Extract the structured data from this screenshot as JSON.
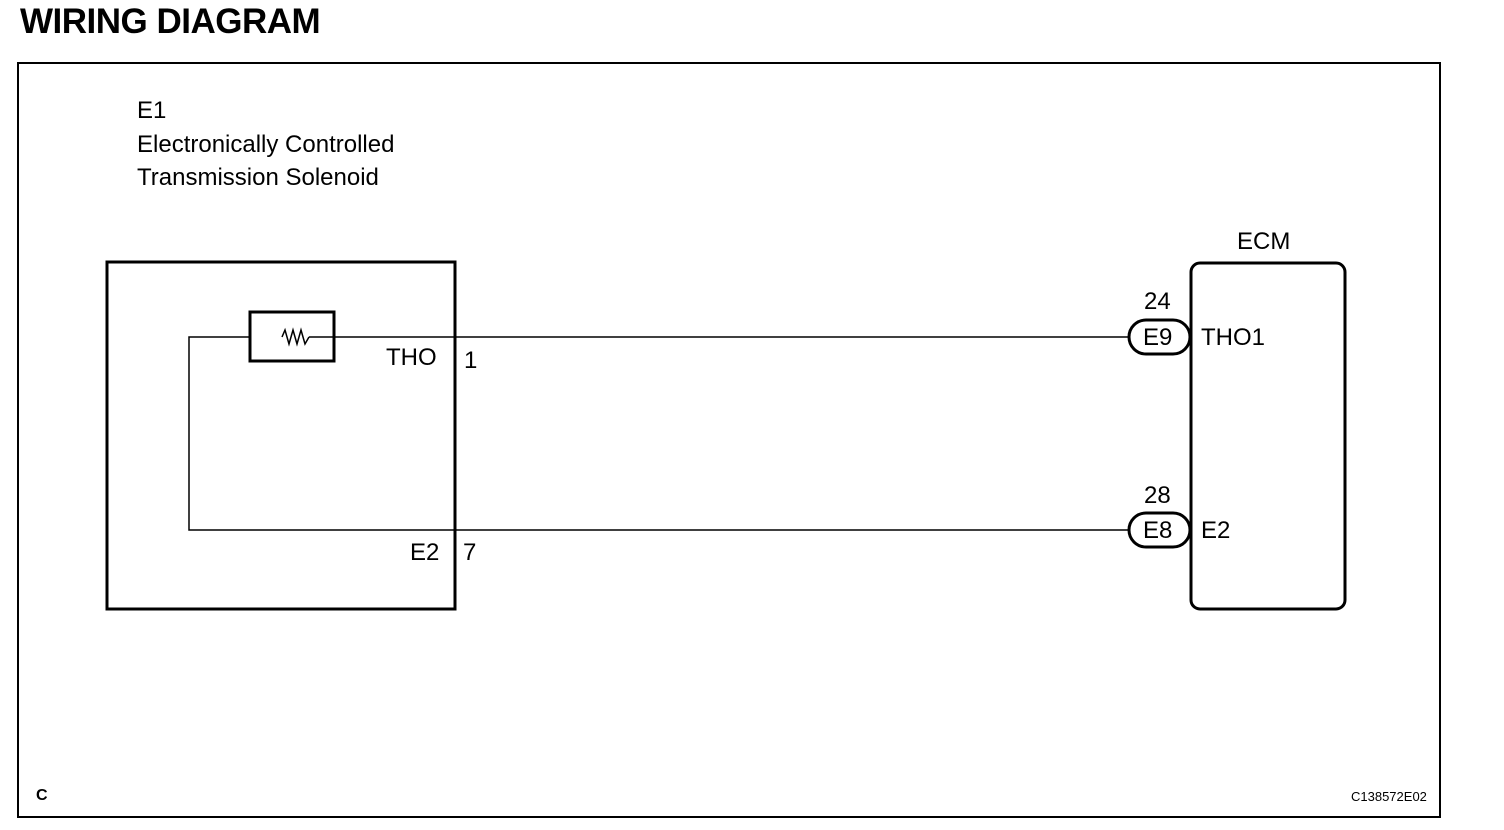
{
  "title": "WIRING DIAGRAM",
  "component": {
    "code": "E1",
    "name_line1": "Electronically Controlled",
    "name_line2": "Transmission Solenoid",
    "pins": [
      {
        "signal": "THO",
        "number": "1"
      },
      {
        "signal": "E2",
        "number": "7"
      }
    ]
  },
  "ecm": {
    "label": "ECM",
    "terminals": [
      {
        "pin": "24",
        "connector": "E9",
        "signal": "THO1"
      },
      {
        "pin": "28",
        "connector": "E8",
        "signal": "E2"
      }
    ]
  },
  "footer": {
    "corner_letter": "C",
    "figure_id": "C138572E02"
  }
}
